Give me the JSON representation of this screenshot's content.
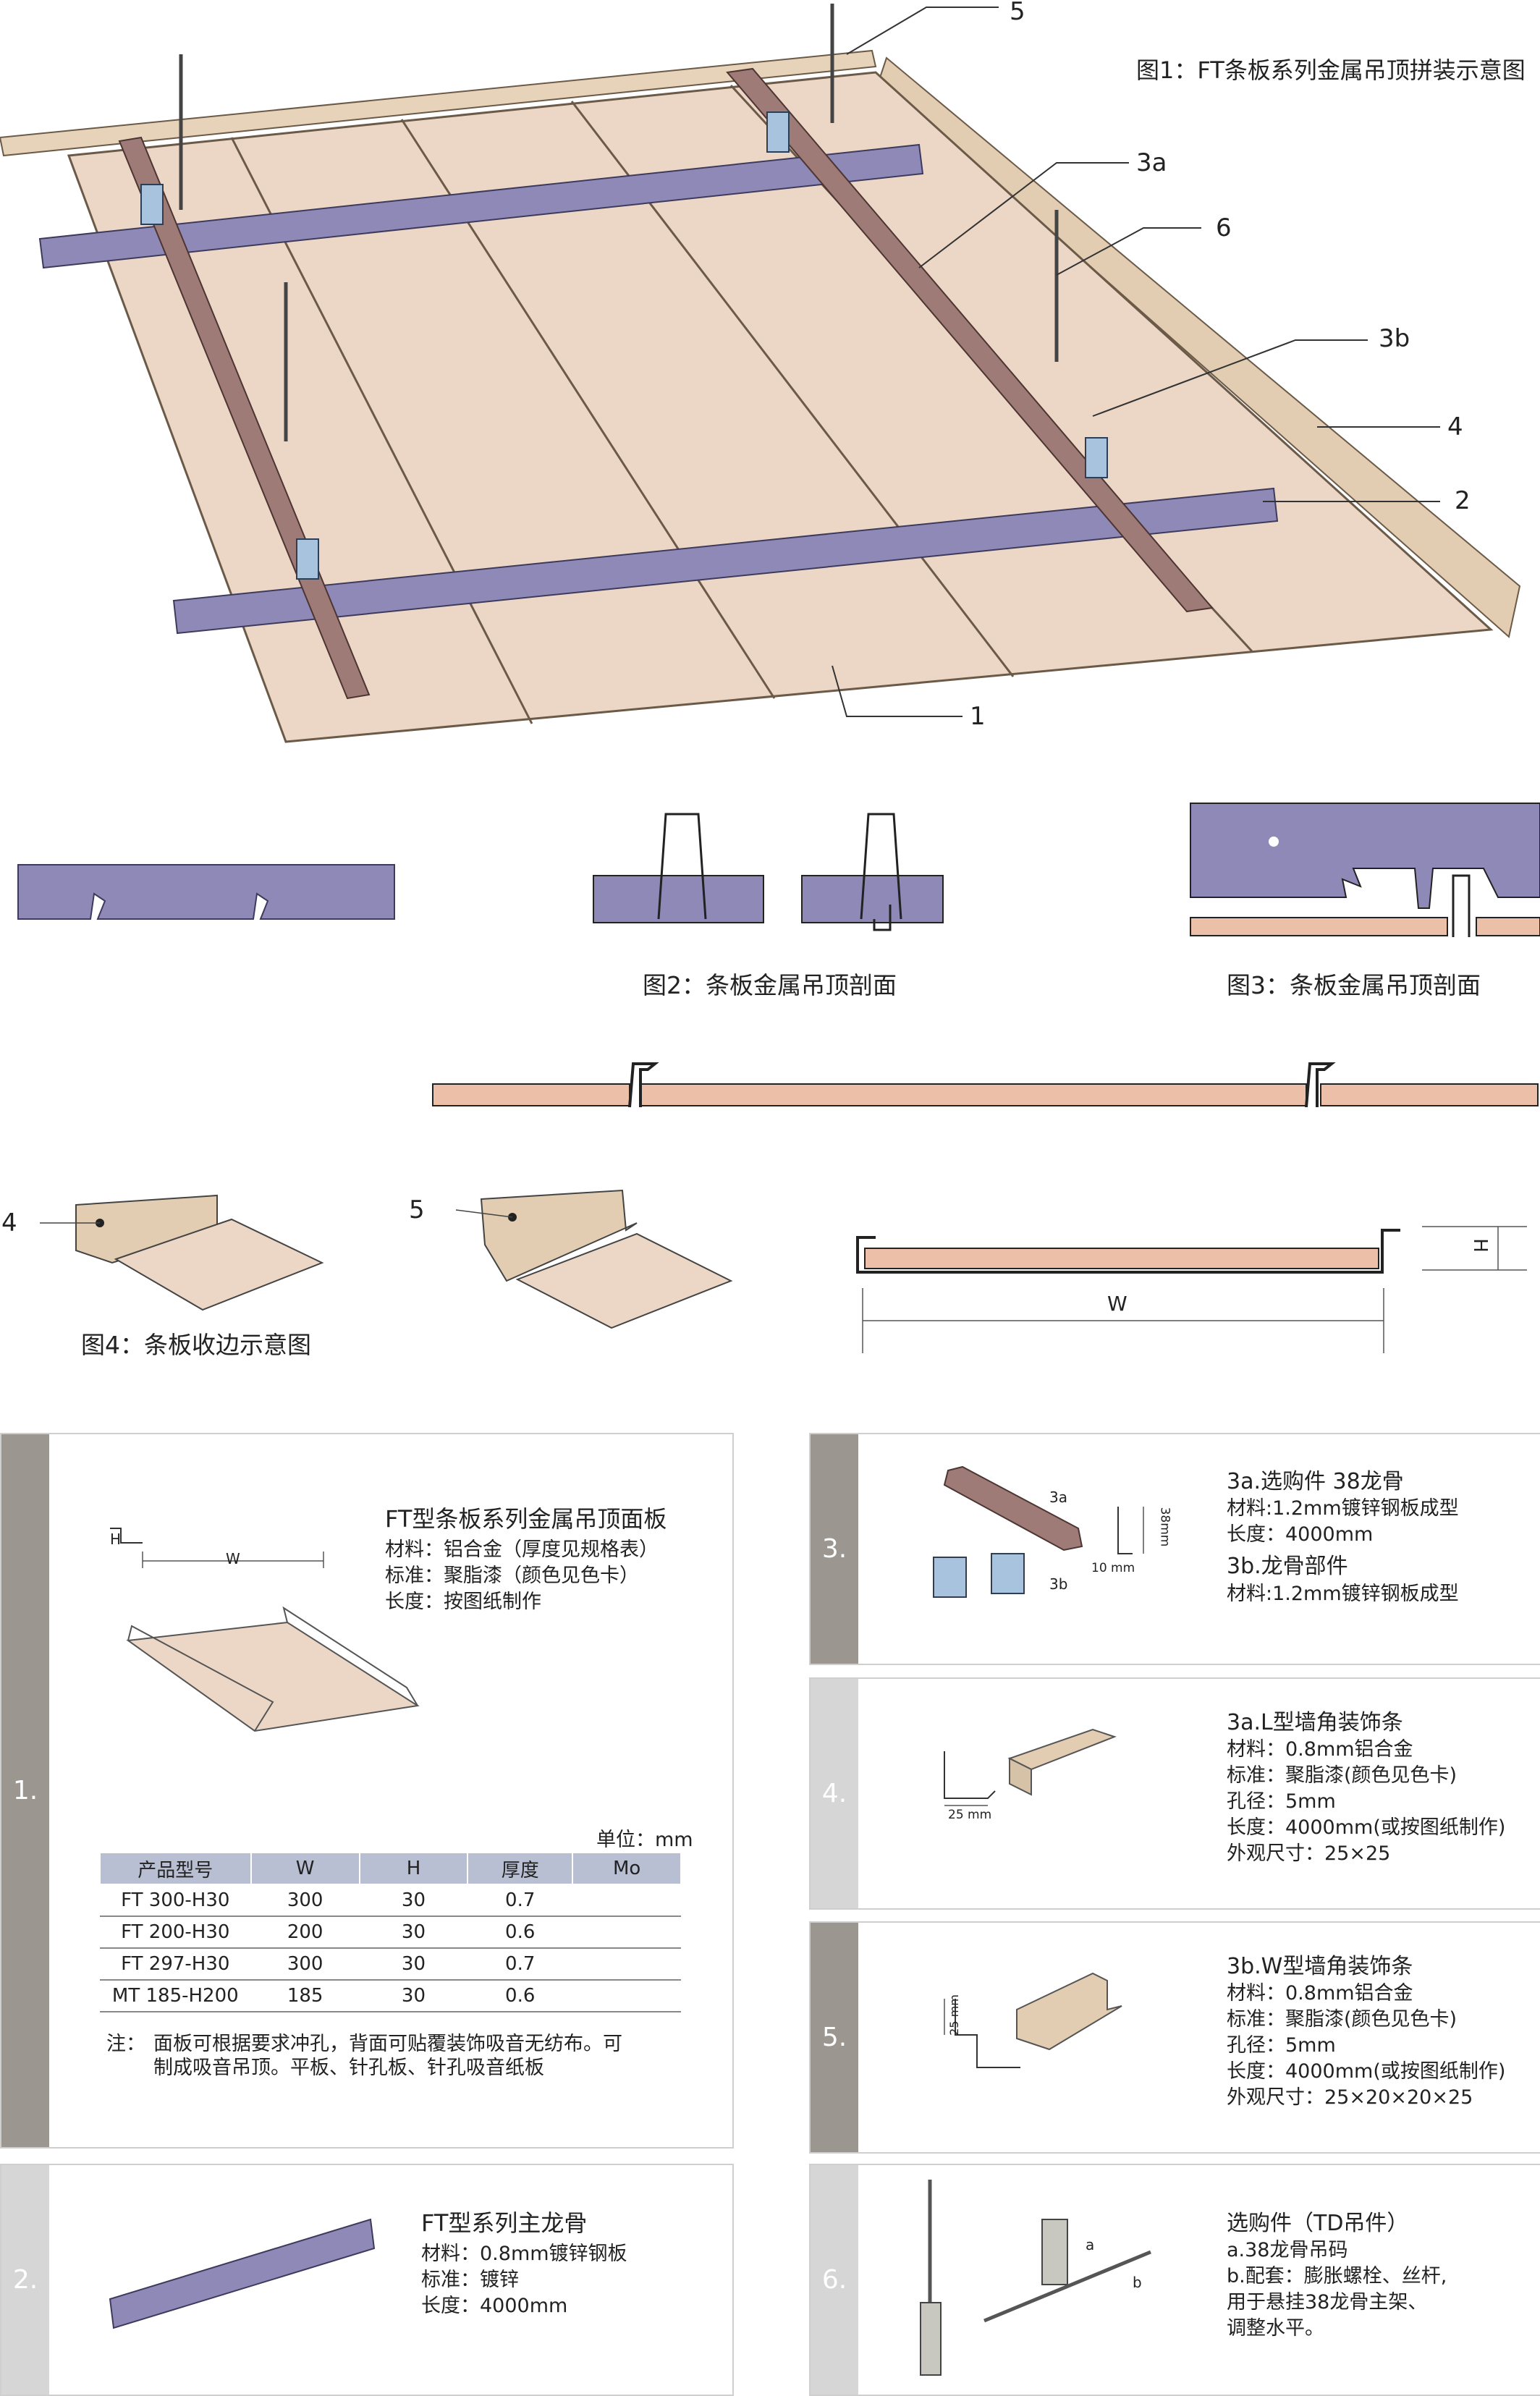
{
  "fig1": {
    "title": "图1：FT条板系列金属吊顶拼装示意图",
    "callouts": [
      "5",
      "3a",
      "6",
      "3b",
      "4",
      "2",
      "1"
    ]
  },
  "fig2": {
    "caption": "图2：条板金属吊顶剖面"
  },
  "fig3": {
    "caption": "图3：条板金属吊顶剖面"
  },
  "fig4": {
    "caption": "图4：条板收边示意图",
    "label_4": "4",
    "label_5": "5"
  },
  "section": {
    "w_label": "W",
    "h_label": "H"
  },
  "card1": {
    "number": "1.",
    "title": "FT型条板系列金属吊顶面板",
    "lines": [
      "材料：铝合金（厚度见规格表）",
      "标准：聚脂漆（颜色见色卡）",
      "长度：按图纸制作"
    ],
    "dim_h": "H",
    "dim_w": "W",
    "unit": "单位：mm",
    "table": {
      "headers": [
        "产品型号",
        "W",
        "H",
        "厚度",
        "Mo"
      ],
      "rows": [
        [
          "FT 300-H30",
          "300",
          "30",
          "0.7",
          ""
        ],
        [
          "FT 200-H30",
          "200",
          "30",
          "0.6",
          ""
        ],
        [
          "FT 297-H30",
          "300",
          "30",
          "0.7",
          ""
        ],
        [
          "MT 185-H200",
          "185",
          "30",
          "0.6",
          ""
        ]
      ]
    },
    "note_label": "注：",
    "note_line1": "面板可根据要求冲孔，背面可贴覆装饰吸音无纺布。可",
    "note_line2": "制成吸音吊顶。平板、针孔板、针孔吸音纸板"
  },
  "card2": {
    "number": "2.",
    "title": "FT型系列主龙骨",
    "lines": [
      "材料：0.8mm镀锌钢板",
      "标准：镀锌",
      "长度：4000mm"
    ]
  },
  "card3": {
    "number": "3.",
    "line1": "3a.选购件   38龙骨",
    "line2": "材料:1.2mm镀锌钢板成型",
    "line3": "长度：4000mm",
    "line4": "3b.龙骨部件",
    "line5": "材料:1.2mm镀锌钢板成型",
    "tag_3a": "3a",
    "tag_3b": "3b",
    "dim_38": "38mm",
    "dim_10": "10 mm"
  },
  "card4": {
    "number": "4.",
    "lines": [
      "3a.L型墙角装饰条",
      "材料：0.8mm铝合金",
      "标准：聚脂漆(颜色见色卡)",
      "孔径：5mm",
      "长度：4000mm(或按图纸制作)",
      "外观尺寸：25×25"
    ],
    "dim": "25 mm"
  },
  "card5": {
    "number": "5.",
    "lines": [
      "3b.W型墙角装饰条",
      "材料：0.8mm铝合金",
      "标准：聚脂漆(颜色见色卡)",
      "孔径：5mm",
      "长度：4000mm(或按图纸制作)",
      "外观尺寸：25×20×20×25"
    ],
    "dim": "25 mm"
  },
  "card6": {
    "number": "6.",
    "lines": [
      "选购件（TD吊件）",
      "a.38龙骨吊码",
      "b.配套：膨胀螺栓、丝杆,",
      "用于悬挂38龙骨主架、",
      "调整水平。"
    ],
    "tag_a": "a",
    "tag_b": "b"
  },
  "colors": {
    "panel": "#ecd7c6",
    "panel_edge": "#b59a7f",
    "runner": "#8f89b8",
    "channel": "#9e7b76",
    "clip": "#a7c3dd",
    "gray_bar": "#9b968f",
    "light_bar": "#d6d6d6"
  }
}
